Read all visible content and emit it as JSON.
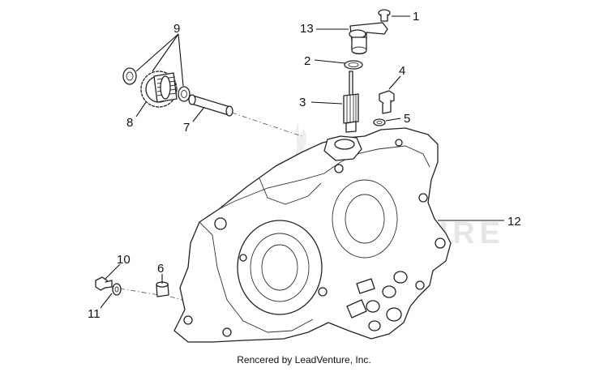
{
  "watermark": "LEADVENTURE",
  "credit": "Rencered by LeadVenture, Inc.",
  "callouts": {
    "c1": "1",
    "c2": "2",
    "c3": "3",
    "c4": "4",
    "c5": "5",
    "c6": "6",
    "c7": "7",
    "c8": "8",
    "c9": "9",
    "c10": "10",
    "c11": "11",
    "c12": "12",
    "c13": "13"
  },
  "colors": {
    "line": "#222222",
    "background": "#ffffff",
    "watermark": "#e6e6e6"
  }
}
